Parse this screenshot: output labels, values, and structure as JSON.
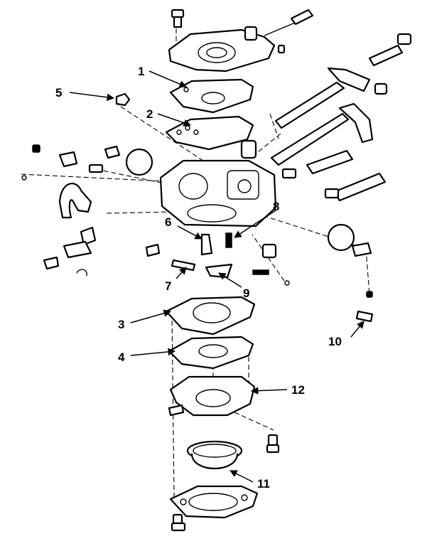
{
  "diagram": {
    "callouts": [
      {
        "id": "1",
        "label": "1"
      },
      {
        "id": "2",
        "label": "2"
      },
      {
        "id": "3",
        "label": "3"
      },
      {
        "id": "4",
        "label": "4"
      },
      {
        "id": "5",
        "label": "5"
      },
      {
        "id": "6",
        "label": "6"
      },
      {
        "id": "7",
        "label": "7"
      },
      {
        "id": "8",
        "label": "8"
      },
      {
        "id": "9",
        "label": "9"
      },
      {
        "id": "10",
        "label": "10"
      },
      {
        "id": "11",
        "label": "11"
      },
      {
        "id": "12",
        "label": "12"
      }
    ],
    "colors": {
      "ink": "#000000",
      "paper": "#ffffff"
    }
  }
}
